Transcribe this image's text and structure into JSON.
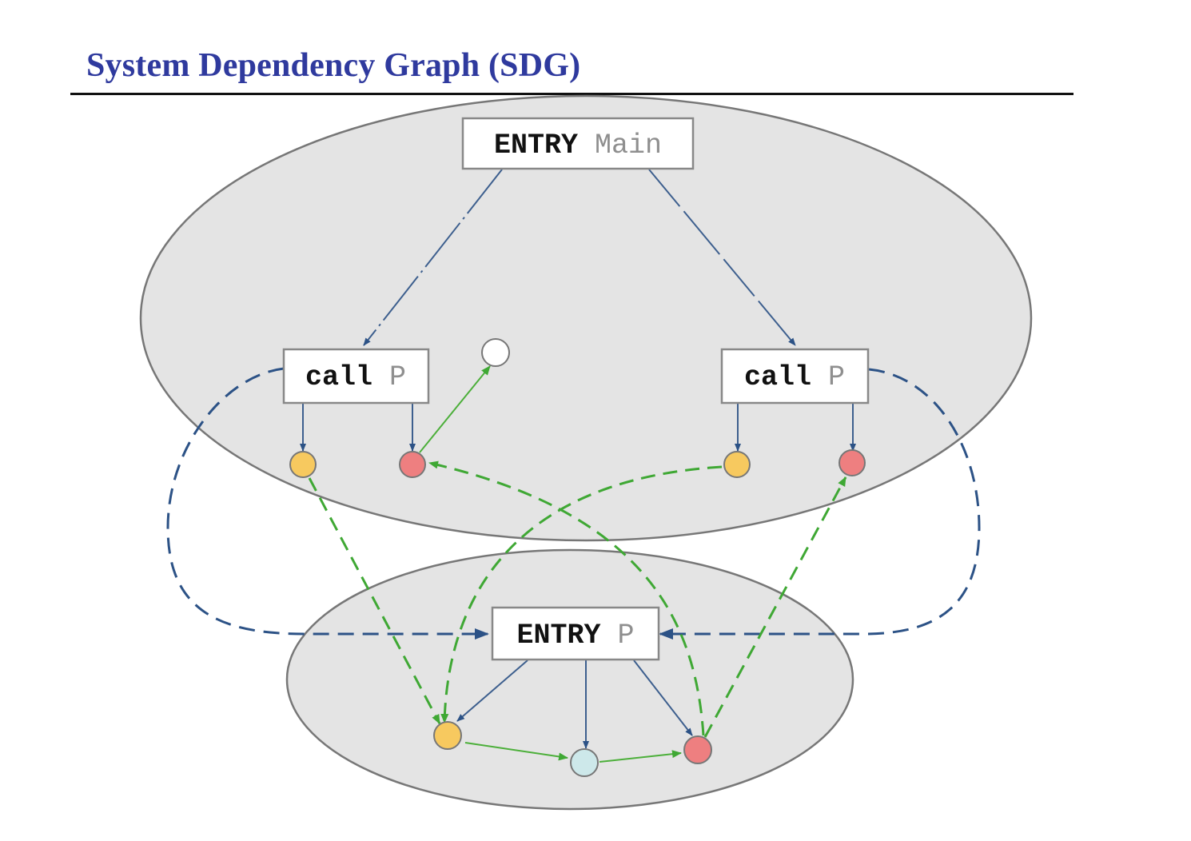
{
  "title": "System Dependency Graph (SDG)",
  "nodes": {
    "entry_main": {
      "keyword": "ENTRY",
      "name": "Main"
    },
    "call_left": {
      "keyword": "call",
      "name": "P"
    },
    "call_right": {
      "keyword": "call",
      "name": "P"
    },
    "entry_p": {
      "keyword": "ENTRY",
      "name": "P"
    }
  },
  "colors": {
    "title": "#2f3a9e",
    "control_edge": "#3d5f8e",
    "call_edge": "#2c5286",
    "flow_edge": "#4caf3a",
    "summary_edge": "#3fa834",
    "input_param": "#f7c95f",
    "output_param": "#ee7f80",
    "local_node": "#cde8ea",
    "empty_node": "#ffffff",
    "procedure_region": "#e4e4e4"
  }
}
